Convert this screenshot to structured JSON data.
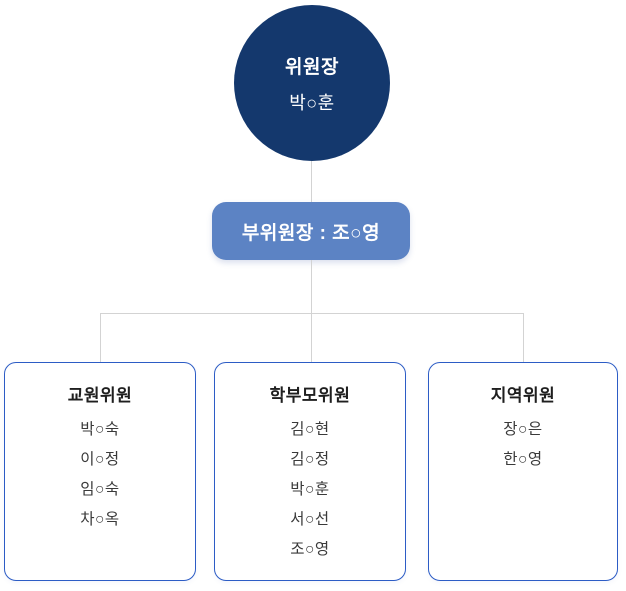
{
  "org_chart": {
    "chairman": {
      "title": "위원장",
      "name": "박○훈"
    },
    "vice_chairman": {
      "label": "부위원장 : 조○영"
    },
    "groups": [
      {
        "title": "교원위원",
        "members": [
          "박○숙",
          "이○정",
          "임○숙",
          "차○옥"
        ]
      },
      {
        "title": "학부모위원",
        "members": [
          "김○현",
          "김○정",
          "박○훈",
          "서○선",
          "조○영"
        ]
      },
      {
        "title": "지역위원",
        "members": [
          "장○은",
          "한○영"
        ]
      }
    ],
    "colors": {
      "chairman_bg": "#14386D",
      "vice_bg": "#5C83C4",
      "box_border": "#2C5CC5",
      "connector": "#D3D3D3",
      "text_on_dark": "#FFFFFF",
      "title_text": "#1F1F1F",
      "member_text": "#3A3A3A"
    }
  }
}
